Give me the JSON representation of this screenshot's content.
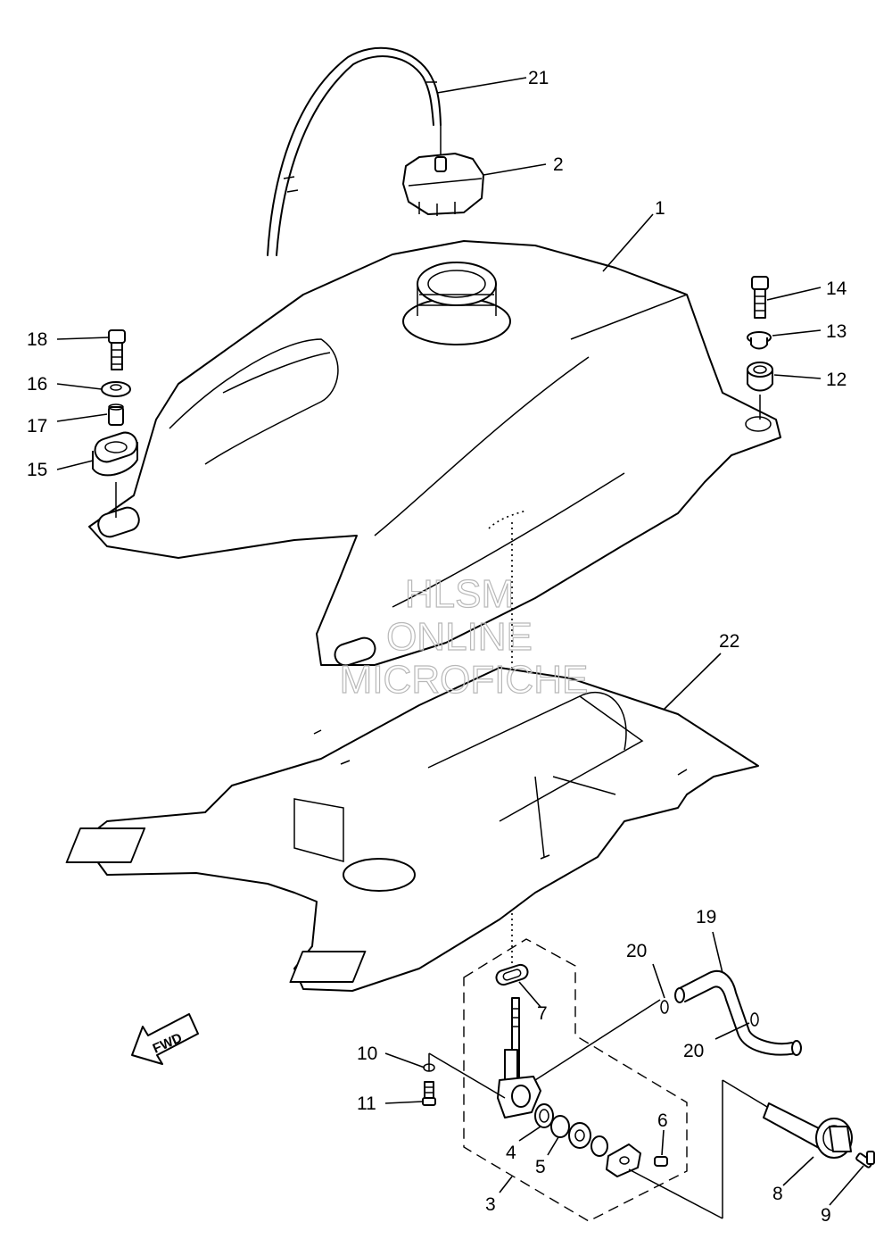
{
  "watermark": {
    "line1": "HLSM",
    "line2": "ONLINE",
    "line3": "MICROFICHE"
  },
  "direction_marker": "FWD",
  "callouts": [
    {
      "id": "1",
      "label": "1"
    },
    {
      "id": "2",
      "label": "2"
    },
    {
      "id": "3",
      "label": "3"
    },
    {
      "id": "4",
      "label": "4"
    },
    {
      "id": "5",
      "label": "5"
    },
    {
      "id": "6",
      "label": "6"
    },
    {
      "id": "7",
      "label": "7"
    },
    {
      "id": "8",
      "label": "8"
    },
    {
      "id": "9",
      "label": "9"
    },
    {
      "id": "10",
      "label": "10"
    },
    {
      "id": "11",
      "label": "11"
    },
    {
      "id": "12",
      "label": "12"
    },
    {
      "id": "13",
      "label": "13"
    },
    {
      "id": "14",
      "label": "14"
    },
    {
      "id": "15",
      "label": "15"
    },
    {
      "id": "16",
      "label": "16"
    },
    {
      "id": "17",
      "label": "17"
    },
    {
      "id": "18",
      "label": "18"
    },
    {
      "id": "19",
      "label": "19"
    },
    {
      "id": "20a",
      "label": "20"
    },
    {
      "id": "20b",
      "label": "20"
    },
    {
      "id": "21",
      "label": "21"
    },
    {
      "id": "22",
      "label": "22"
    }
  ]
}
